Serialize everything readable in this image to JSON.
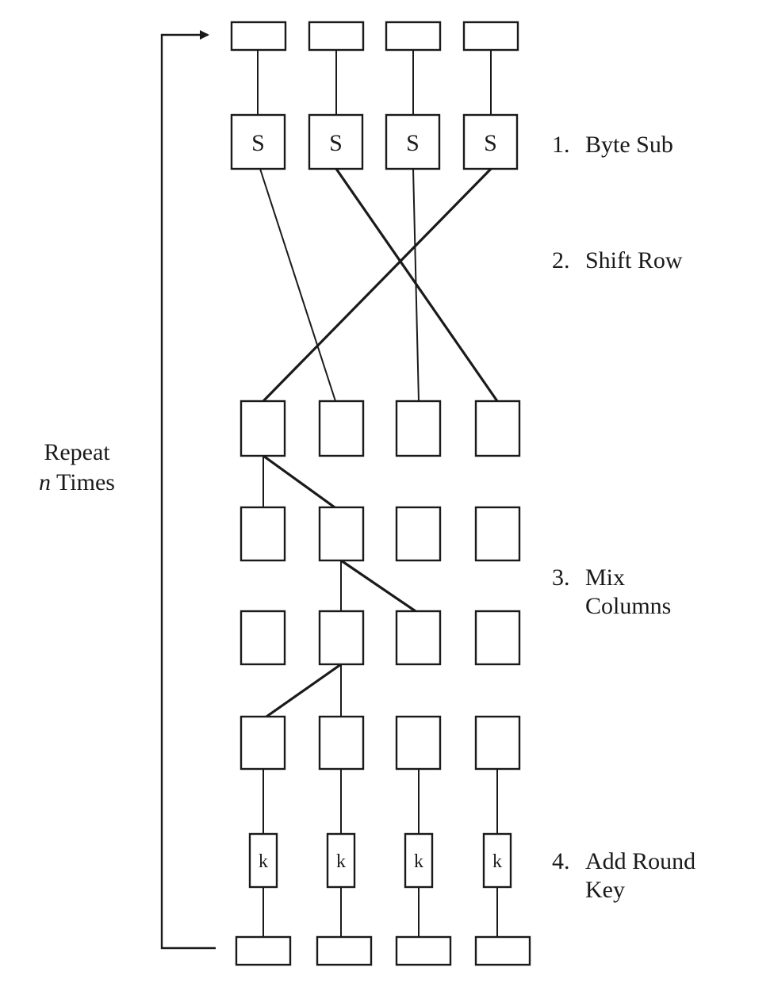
{
  "sbox_letter": "S",
  "key_letter": "k",
  "steps": [
    {
      "number": "1.",
      "line1": "Byte Sub",
      "line2": ""
    },
    {
      "number": "2.",
      "line1": "Shift Row",
      "line2": ""
    },
    {
      "number": "3.",
      "line1": "Mix",
      "line2": "Columns"
    },
    {
      "number": "4.",
      "line1": "Add Round",
      "line2": "Key"
    }
  ],
  "repeat": {
    "line1": "Repeat",
    "variable": "n",
    "line2_rest": "Times"
  }
}
